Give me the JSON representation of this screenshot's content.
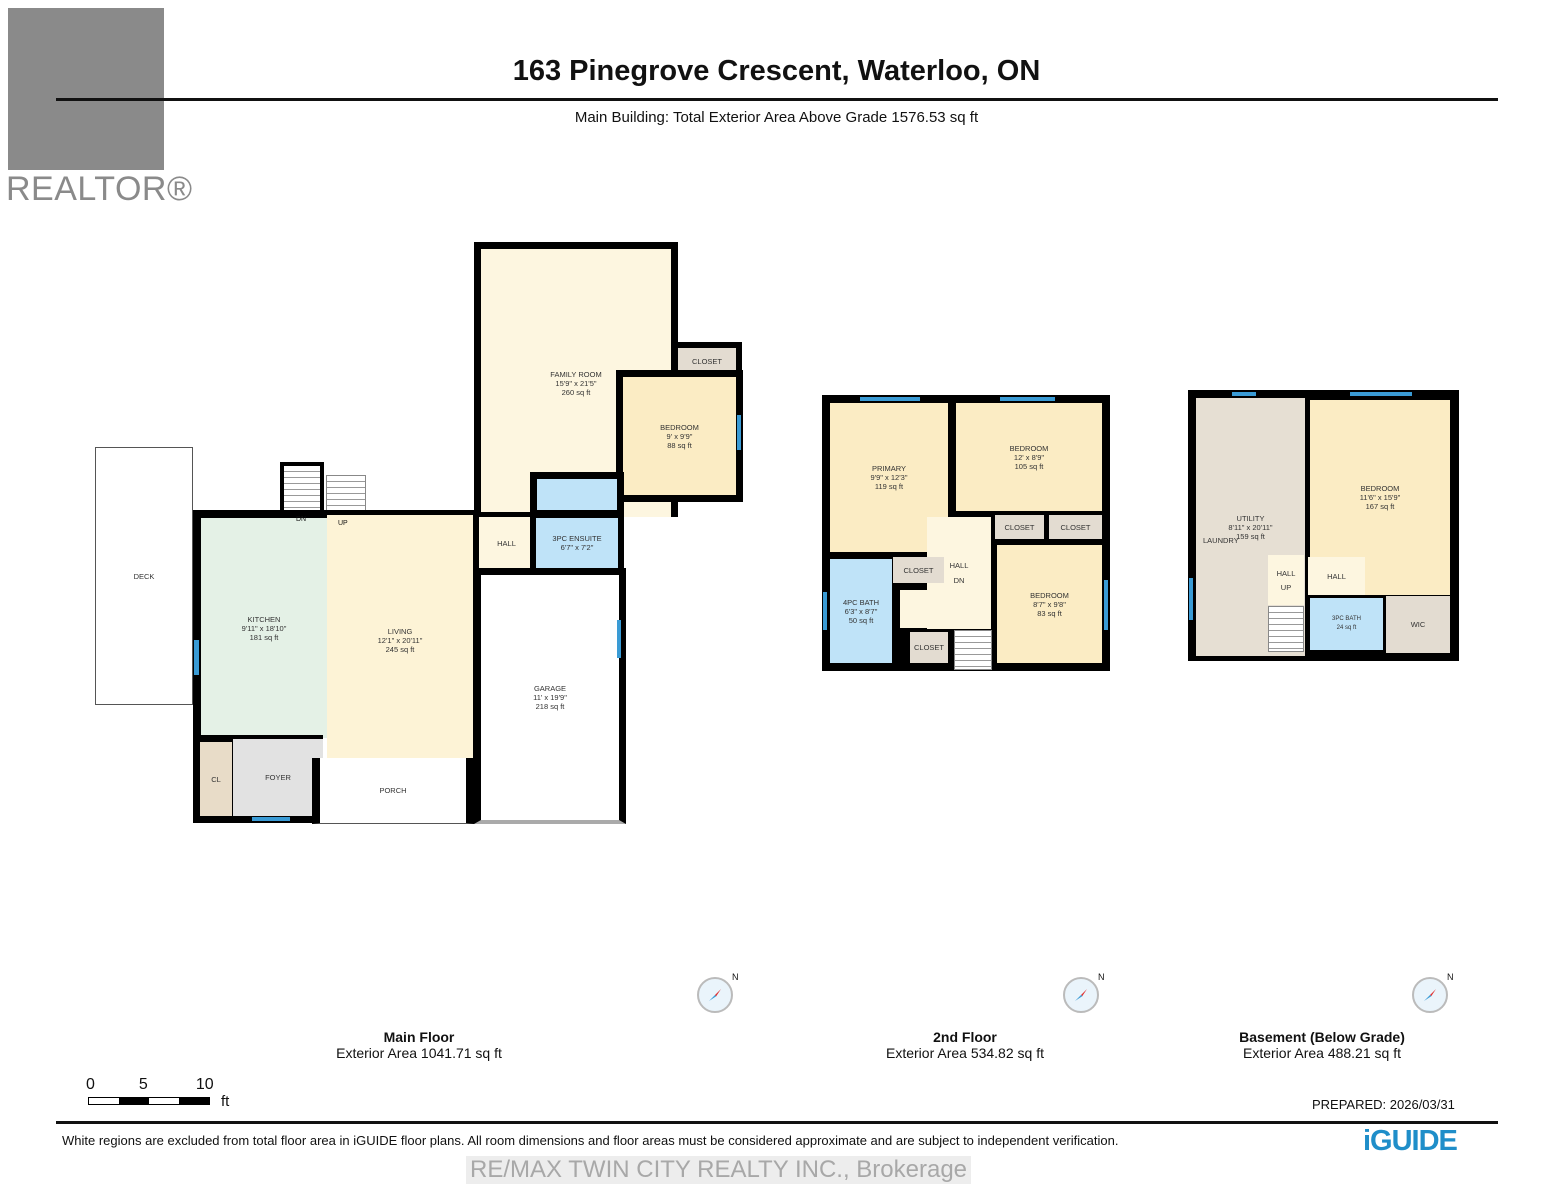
{
  "header": {
    "logo_text": "REALTOR®",
    "title": "163 Pinegrove Crescent, Waterloo, ON",
    "subtitle": "Main Building: Total Exterior Area Above Grade 1576.53 sq ft"
  },
  "main_floor": {
    "name": "Main Floor",
    "area": "Exterior Area 1041.71 sq ft",
    "rooms": {
      "family": {
        "name": "FAMILY ROOM",
        "dims": "15'9\" x 21'5\"",
        "area": "260 sq ft"
      },
      "bedroom": {
        "name": "BEDROOM",
        "dims": "9' x 9'9\"",
        "area": "88 sq ft"
      },
      "closet": {
        "name": "CLOSET"
      },
      "ensuite": {
        "name": "3PC ENSUITE",
        "dims": "6'7\" x 7'2\""
      },
      "hall": {
        "name": "HALL"
      },
      "kitchen": {
        "name": "KITCHEN",
        "dims": "9'11\" x 18'10\"",
        "area": "181 sq ft"
      },
      "living": {
        "name": "LIVING",
        "dims": "12'1\" x 20'11\"",
        "area": "245 sq ft"
      },
      "garage": {
        "name": "GARAGE",
        "dims": "11' x 19'9\"",
        "area": "218 sq ft"
      },
      "foyer": {
        "name": "FOYER"
      },
      "cl": {
        "name": "CL"
      },
      "porch": {
        "name": "PORCH"
      },
      "deck": {
        "name": "DECK"
      },
      "dn": "DN",
      "up": "UP"
    }
  },
  "second_floor": {
    "name": "2nd Floor",
    "area": "Exterior Area 534.82 sq ft",
    "rooms": {
      "primary": {
        "name": "PRIMARY",
        "dims": "9'9\" x 12'3\"",
        "area": "119 sq ft"
      },
      "bedroom1": {
        "name": "BEDROOM",
        "dims": "12' x 8'9\"",
        "area": "105 sq ft"
      },
      "bedroom2": {
        "name": "BEDROOM",
        "dims": "8'7\" x 9'8\"",
        "area": "83 sq ft"
      },
      "bath": {
        "name": "4PC BATH",
        "dims": "6'3\" x 8'7\"",
        "area": "50 sq ft"
      },
      "closet": "CLOSET",
      "hall": "HALL",
      "dn": "DN"
    }
  },
  "basement": {
    "name": "Basement (Below Grade)",
    "area": "Exterior Area 488.21 sq ft",
    "rooms": {
      "utility": {
        "name": "UTILITY",
        "dims": "8'11\" x 20'11\"",
        "area": "159 sq ft"
      },
      "laundry": "LAUNDRY",
      "bedroom": {
        "name": "BEDROOM",
        "dims": "11'6\" x 15'9\"",
        "area": "167 sq ft"
      },
      "hall": "HALL",
      "up": "UP",
      "bath": {
        "name": "3PC BATH",
        "area": "24 sq ft"
      },
      "wic": "WIC"
    }
  },
  "compass_label": "N",
  "scale": {
    "ticks": [
      "0",
      "5",
      "10"
    ],
    "unit": "ft"
  },
  "prepared": "PREPARED: 2026/03/31",
  "footer": {
    "disclaimer": "White regions are excluded from total floor area in iGUIDE floor plans. All room dimensions and floor areas must be considered approximate and are subject to independent verification.",
    "watermark": "RE/MAX TWIN CITY REALTY INC., Brokerage",
    "brand": "iGUIDE"
  },
  "colors": {
    "wall": "#000000",
    "window": "#3a9bd5",
    "bedroom": "#fbecc4",
    "bath": "#bfe3f8",
    "kitchen": "#e4f1e6",
    "closet": "#e3dcd1",
    "brand": "#1f8ec9"
  }
}
